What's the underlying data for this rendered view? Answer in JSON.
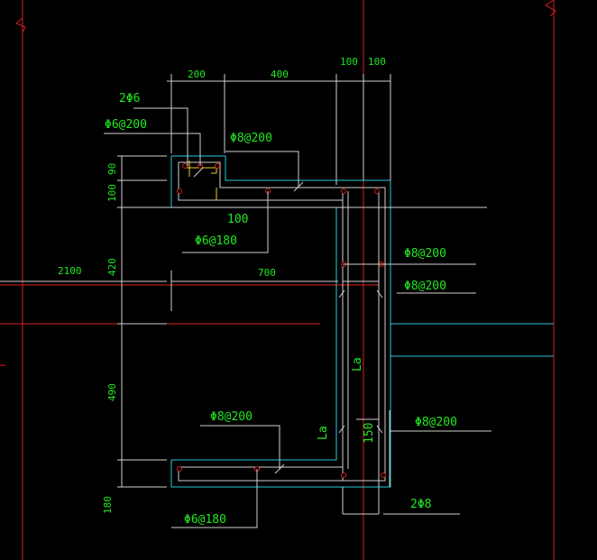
{
  "dimensions": {
    "top": [
      "200",
      "400",
      "100",
      "100"
    ],
    "left": [
      "90",
      "100",
      "420",
      "490",
      "180"
    ],
    "overall_left": "2100",
    "inner_width": "700",
    "inner_step": "100",
    "vertical_150": "150"
  },
  "annotations": {
    "top_bars": "2Φ6",
    "top_stirrup": "Φ6@200",
    "top_slab_bar": "Φ8@200",
    "top_dist_bar": "Φ6@180",
    "wall_bar_1": "Φ8@200",
    "wall_bar_2": "Φ8@200",
    "bottom_slab_bar": "Φ8@200",
    "bottom_dist_bar": "Φ6@180",
    "wall_bar_3": "Φ8@200",
    "bottom_corner_bars": "2Φ8",
    "anchorage_1": "La",
    "anchorage_2": "La"
  },
  "colors": {
    "background": "#000000",
    "text": "#22e822",
    "axis": "#d62020",
    "dimension_line": "#cfcfcf",
    "outline": "#2ec9d8",
    "rebar": "#e5d21a"
  }
}
